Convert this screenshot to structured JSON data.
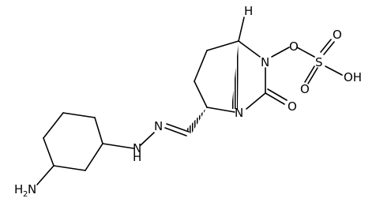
{
  "molecule": {
    "labels": {
      "h_top": "H",
      "n_ring": "N",
      "n_bridge": "N",
      "o_ester": "O",
      "s": "S",
      "o_s_top": "O",
      "o_s_bottom": "O",
      "oh": "OH",
      "o_carbonyl": "O",
      "n_imine": "N",
      "nh_n": "N",
      "nh_h": "H",
      "amine_h": "H",
      "amine_sub": "2",
      "amine_n": "N"
    },
    "colors": {
      "ink": "#000000",
      "background": "#ffffff"
    }
  }
}
